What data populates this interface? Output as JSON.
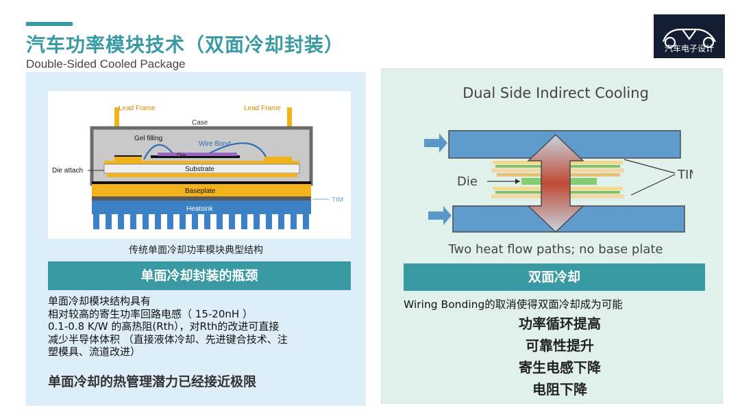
{
  "header": {
    "title": "汽车功率模块技术（双面冷却封装）",
    "subtitle": "Double-Sided Cooled Package"
  },
  "logo": {
    "text": "汽车电子设计"
  },
  "left_panel": {
    "diagram": {
      "case_label": "Case",
      "lead_frame_left": "Lead Frame",
      "lead_frame_right": "Lead Frame",
      "gel_label": "Gel filling",
      "wire_bond_label": "Wire Bond",
      "die_label": "Die",
      "die_attach_label": "Die attach",
      "substrate_label": "Substrate",
      "baseplate_label": "Baseplate",
      "heatsink_label": "Heatsink",
      "tim_label": "TIM"
    },
    "caption": "传统单面冷却功率模块典型结构",
    "heading": "单面冷却封装的瓶颈",
    "body_lines": [
      "单面冷却模块结构具有",
      "相对较高的寄生功率回路电感（ 15-20nH ）",
      " 0.1-0.8 K/W 的高热阻(Rth），对Rth的改进可直接",
      "减少半导体体积 （直接液体冷却、先进键合技术、注",
      "塑模具、流道改进）"
    ],
    "conclusion": "单面冷却的热管理潜力已经接近极限"
  },
  "right_panel": {
    "diagram": {
      "title": "Dual Side Indirect Cooling",
      "die_label": "Die",
      "tim_label": "TIM",
      "caption": "Two heat flow paths; no base plate"
    },
    "heading": "双面冷却",
    "sentence": "Wiring Bonding的取消使得双面冷却成为可能",
    "points": [
      "功率循环提高",
      "可靠性提升",
      "寄生电感下降",
      "电阻下降"
    ]
  },
  "colors": {
    "accent": "#3a9aa3",
    "left_panel_bg": "#ddeef9",
    "right_panel_bg": "#e0f0ea",
    "logo_bg": "#141e33"
  }
}
